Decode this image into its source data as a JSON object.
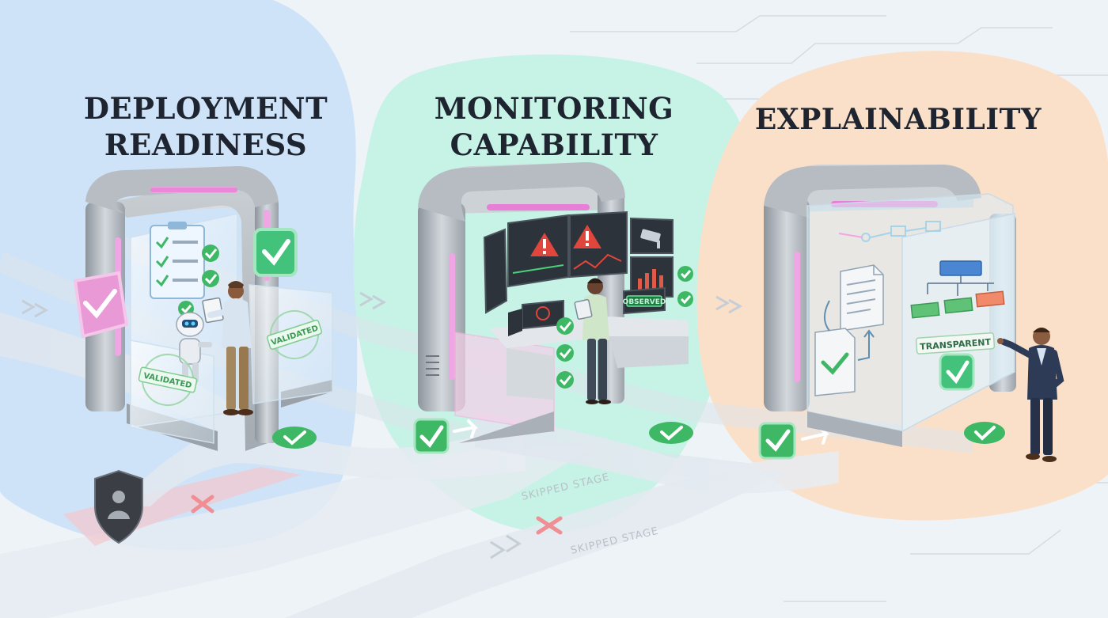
{
  "stages": [
    {
      "title_line1": "DEPLOYMENT",
      "title_line2": "READINESS"
    },
    {
      "title_line1": "MONITORING",
      "title_line2": "CAPABILITY"
    },
    {
      "title_line1": "EXPLAINABILITY"
    }
  ],
  "stamps": {
    "validated": "VALIDATED",
    "observed": "OBSERVED",
    "transparent": "TRANSPARENT"
  },
  "skipped_label": "SKIPPED STAGE",
  "icons": [
    "checkbox-icon",
    "checklist-icon",
    "warning-icon",
    "camera-icon",
    "flowchart-icon",
    "document-icon",
    "shield-user-icon",
    "cross-icon",
    "arrow-icon"
  ],
  "colors": {
    "stage1_blob": "#cfe3f8",
    "stage2_blob": "#c6f3e6",
    "stage3_blob": "#fbe0c9",
    "check_green": "#3fb866",
    "neon_pink": "#e87fd6",
    "alert_red": "#e0463c",
    "cross_red": "#ef8f94",
    "title_dark": "#1f2530"
  }
}
